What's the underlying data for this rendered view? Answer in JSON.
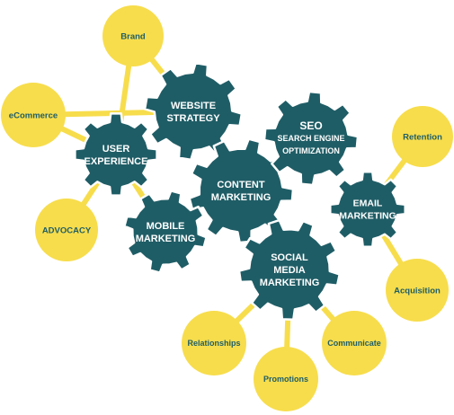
{
  "colors": {
    "gear": "#1f5d66",
    "circle": "#f7dd4c",
    "connector": "#f7dd4c",
    "gear_text": "#ffffff",
    "circle_text": "#1f5d66"
  },
  "gears": [
    {
      "id": "website-strategy",
      "lines": [
        "WEBSITE",
        "STRATEGY"
      ]
    },
    {
      "id": "user-experience",
      "lines": [
        "USER",
        "EXPERIENCE"
      ]
    },
    {
      "id": "content-marketing",
      "lines": [
        "CONTENT",
        "MARKETING"
      ]
    },
    {
      "id": "mobile-marketing",
      "lines": [
        "MOBILE",
        "MARKETING"
      ]
    },
    {
      "id": "seo",
      "lines": [
        "SEO",
        "SEARCH ENGINE",
        "OPTIMIZATION"
      ]
    },
    {
      "id": "email-marketing",
      "lines": [
        "EMAIL",
        "MARKETING"
      ]
    },
    {
      "id": "social-media-marketing",
      "lines": [
        "SOCIAL",
        "MEDIA",
        "MARKETING"
      ]
    }
  ],
  "circles": [
    {
      "id": "brand",
      "label": "Brand"
    },
    {
      "id": "ecommerce",
      "label": "eCommerce"
    },
    {
      "id": "advocacy",
      "label": "ADVOCACY"
    },
    {
      "id": "retention",
      "label": "Retention"
    },
    {
      "id": "acquisition",
      "label": "Acquisition"
    },
    {
      "id": "relationships",
      "label": "Relationships"
    },
    {
      "id": "promotions",
      "label": "Promotions"
    },
    {
      "id": "communicate",
      "label": "Communicate"
    }
  ]
}
